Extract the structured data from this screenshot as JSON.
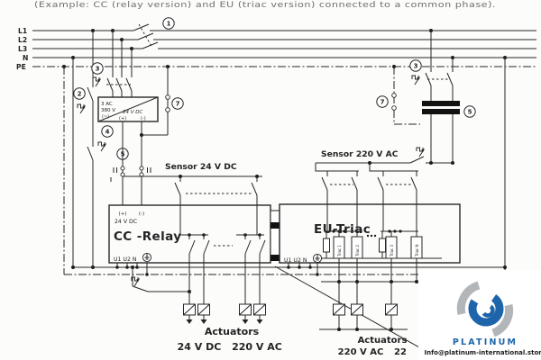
{
  "caption": "(Example: CC (relay version) and EU (triac version) connected to a common phase).",
  "rails": {
    "l1": "L1",
    "l2": "L2",
    "l3": "L3",
    "n": "N",
    "pe": "PE"
  },
  "callouts": {
    "c1": "1",
    "c2": "2",
    "c3": "3",
    "c4": "4",
    "c5": "5",
    "c7": "7"
  },
  "psu": {
    "line1": "3 AC",
    "line2": "380 V",
    "ac_mark": "(~)",
    "out": "24 V DC",
    "plus": "(+)",
    "minus": "(-)"
  },
  "cc_relay": {
    "plus": "(+)",
    "minus": "(-)",
    "voltage": "24 V DC",
    "name": "CC -Relay",
    "terminals": "U1 U2 N"
  },
  "eu_triac": {
    "name": "EU-Triac",
    "terminals": "U1 U2 N",
    "triac1": "Triac 1",
    "triac2": "Triac 2",
    "triac3": "Triac 3",
    "triac4": "Triac N"
  },
  "sensors": {
    "left": "Sensor 24 V DC",
    "right": "Sensor 220 V AC"
  },
  "actuators_left": {
    "title": "Actuators",
    "volt1": "24 V DC",
    "volt2": "220 V AC"
  },
  "actuators_right": {
    "title": "Actuators",
    "volt1": "220 V AC",
    "volt2": "22"
  },
  "watermark": {
    "brand": "PLATINUM",
    "email": "Info@platinum-international.store"
  }
}
